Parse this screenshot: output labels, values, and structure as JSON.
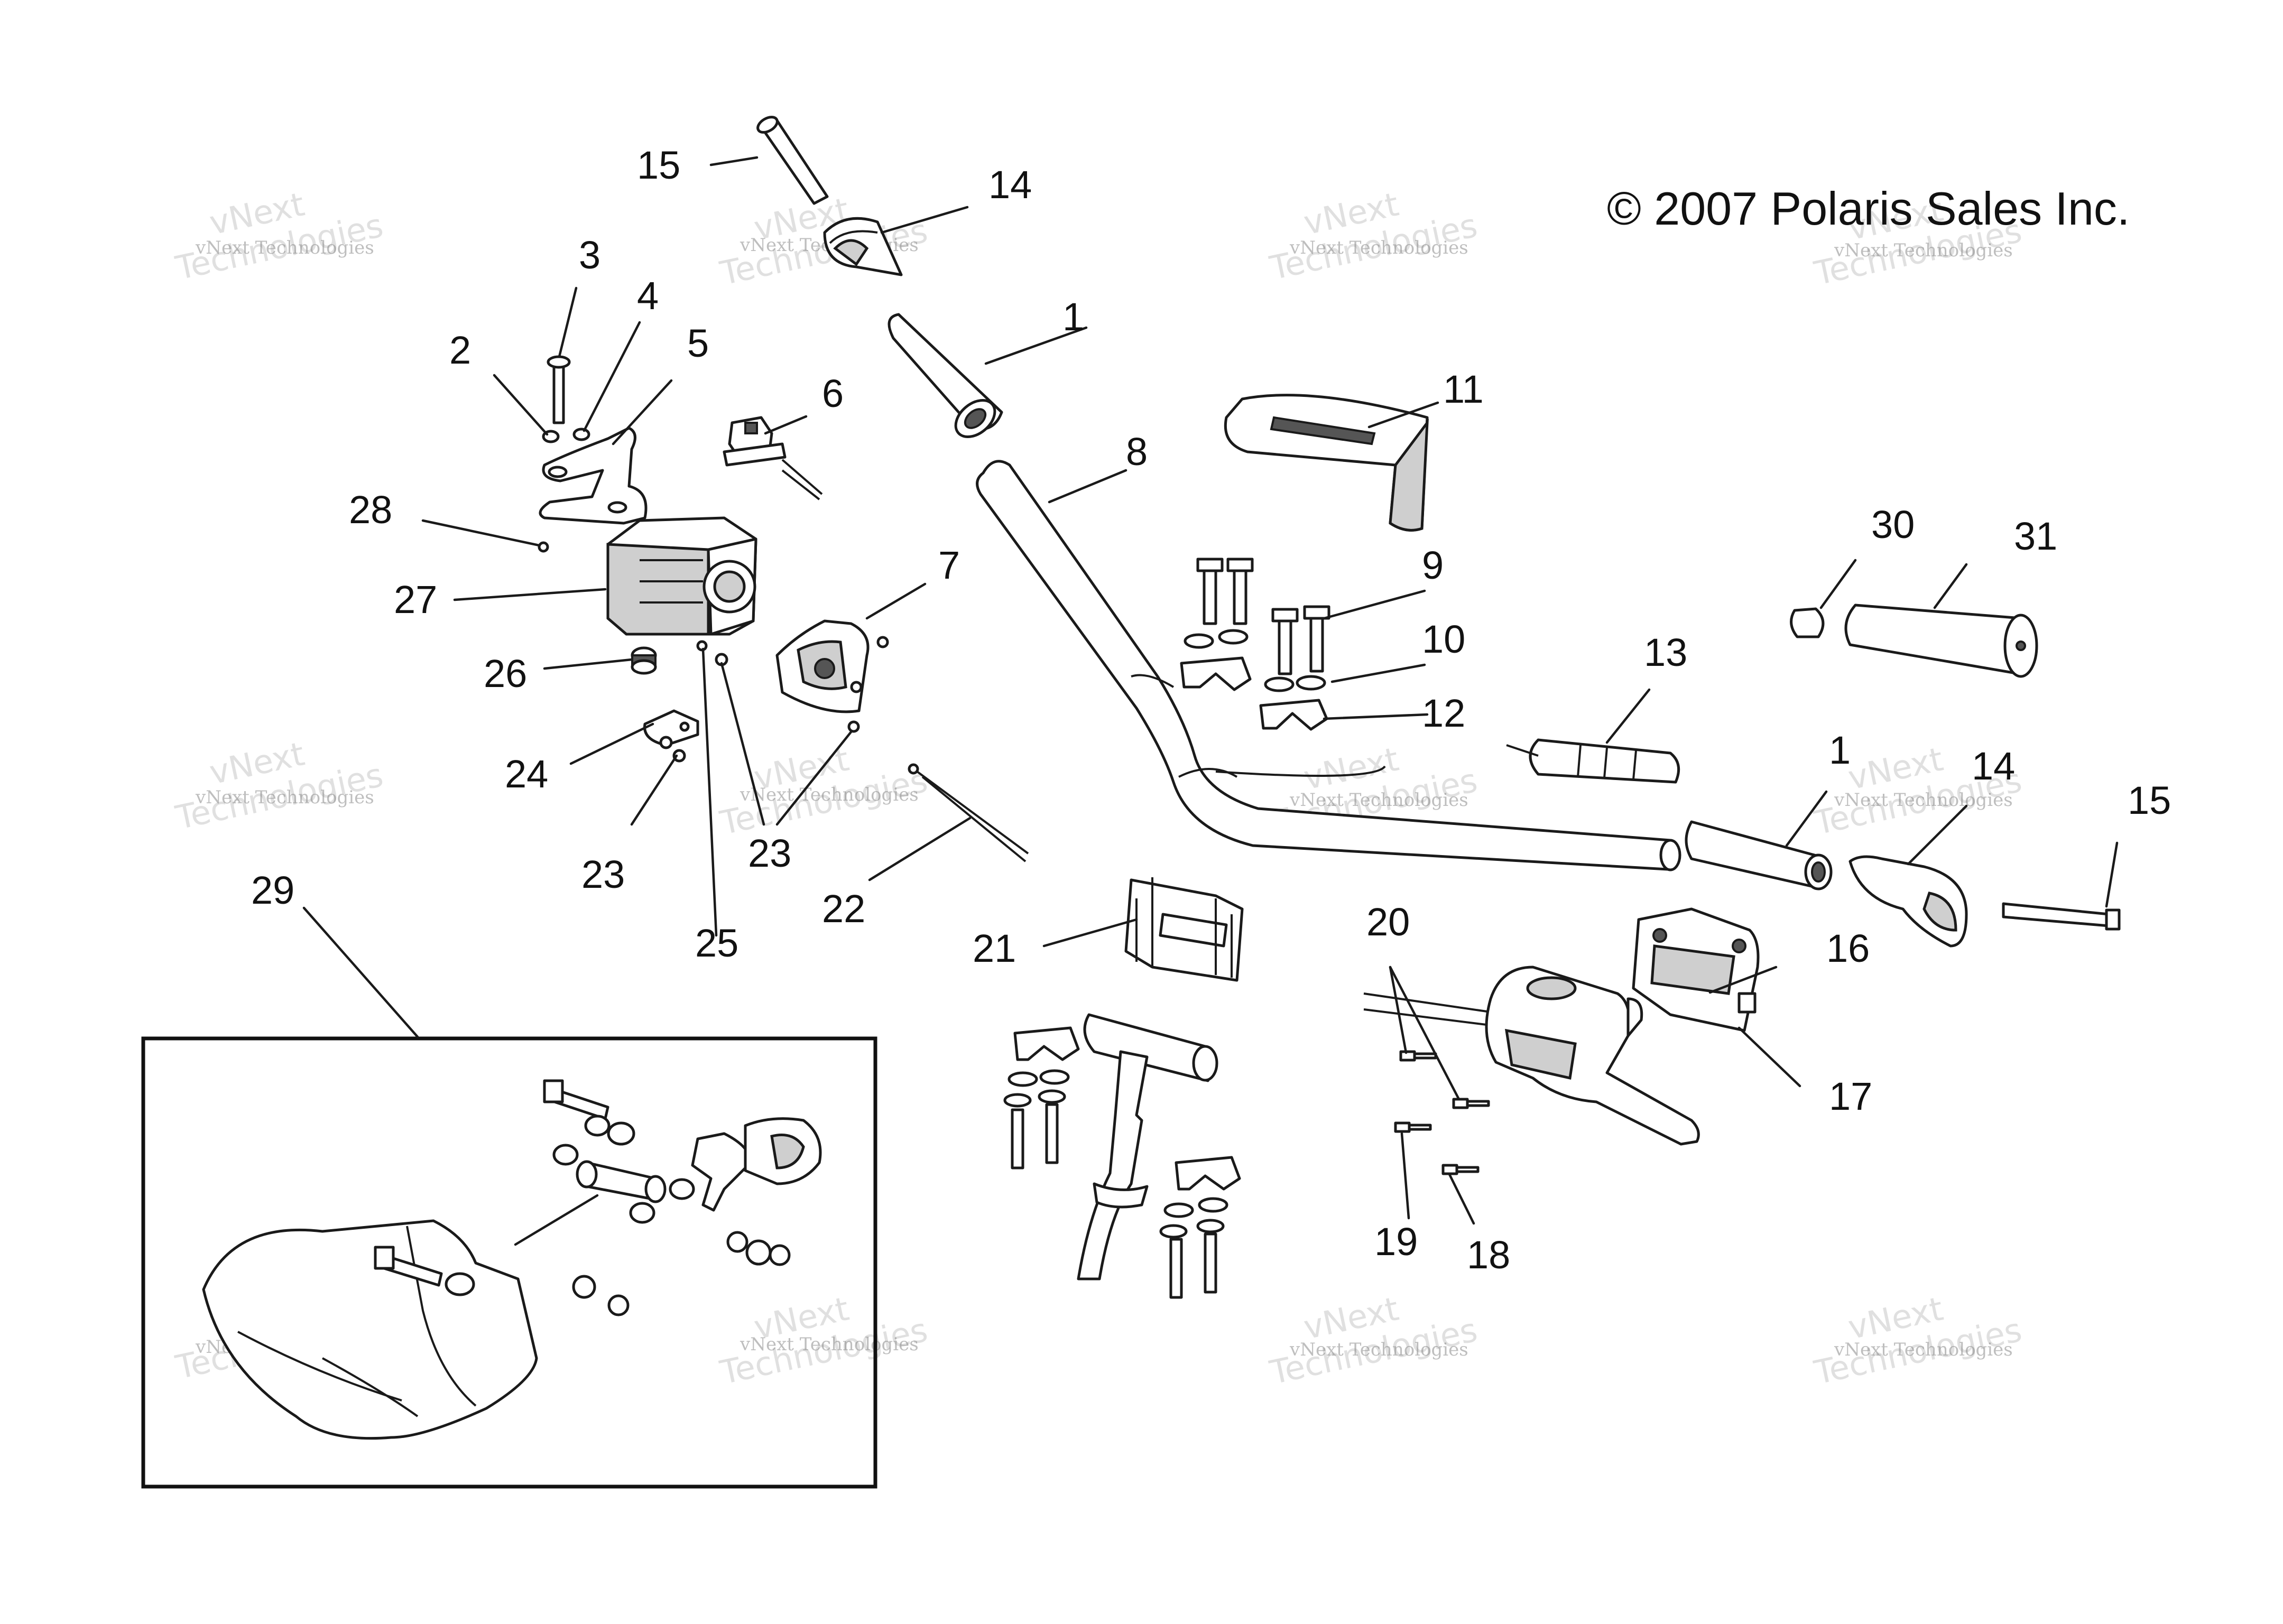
{
  "copyright": "© 2007 Polaris Sales Inc.",
  "watermark": {
    "line1": "vNext Technologies",
    "line2": "vNext",
    "line3": "Technologies"
  },
  "callouts": {
    "c15a": "15",
    "c14a": "14",
    "c3": "3",
    "c4": "4",
    "c2": "2",
    "c5": "5",
    "c1a": "1",
    "c6": "6",
    "c8": "8",
    "c11": "11",
    "c28": "28",
    "c27": "27",
    "c7": "7",
    "c9": "9",
    "c30": "30",
    "c31": "31",
    "c10": "10",
    "c13": "13",
    "c26": "26",
    "c12": "12",
    "c24": "24",
    "c1b": "1",
    "c14b": "14",
    "c15b": "15",
    "c23a": "23",
    "c23b": "23",
    "c22": "22",
    "c25": "25",
    "c29": "29",
    "c20": "20",
    "c21": "21",
    "c16": "16",
    "c17": "17",
    "c19": "19",
    "c18": "18"
  }
}
